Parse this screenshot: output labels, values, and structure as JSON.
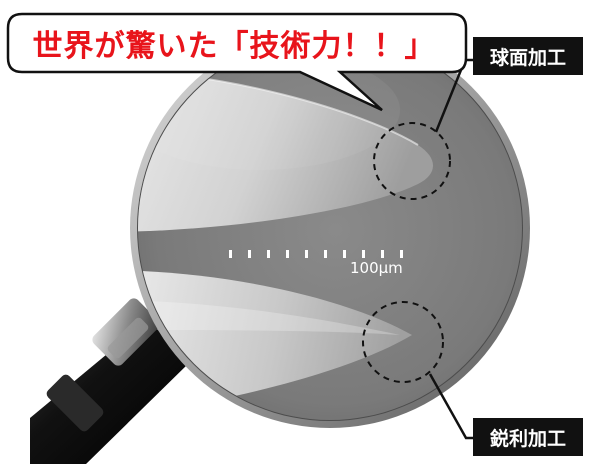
{
  "banner": {
    "text": "世界が驚いた「技術力！！」",
    "color": "#e8141b"
  },
  "labels": {
    "spherical": "球面加工",
    "sharp": "鋭利加工"
  },
  "scale_bar": {
    "label": "100μm"
  },
  "icons": {
    "magnifier": "magnifying-glass-icon"
  }
}
